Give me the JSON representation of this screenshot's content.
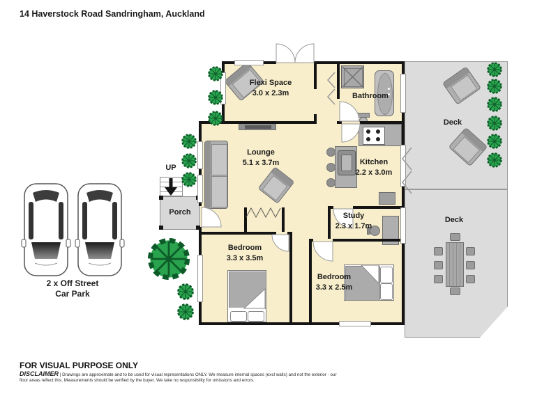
{
  "title": "14 Haverstock Road Sandringham, Auckland",
  "colors": {
    "room_fill": "#F8EECB",
    "deck_fill": "#DCDCDC",
    "wall": "#141414",
    "tree_green": "#2AA34E",
    "tree_outline": "#0D5B28"
  },
  "rooms": {
    "flexi": {
      "name": "Flexi Space",
      "dims": "3.0 x 2.3m"
    },
    "bathroom": {
      "name": "Bathroom"
    },
    "lounge": {
      "name": "Lounge",
      "dims": "5.1 x 3.7m"
    },
    "kitchen": {
      "name": "Kitchen",
      "dims": "2.2 x 3.0m"
    },
    "study": {
      "name": "Study",
      "dims": "2.3 x 1.7m"
    },
    "bedroom1": {
      "name": "Bedroom",
      "dims": "3.3 x 3.5m"
    },
    "bedroom2": {
      "name": "Bedroom",
      "dims": "3.3 x 2.5m"
    },
    "porch": {
      "name": "Porch"
    },
    "deck_upper": {
      "name": "Deck"
    },
    "deck_lower": {
      "name": "Deck"
    }
  },
  "stairs": {
    "label": "UP"
  },
  "carpark": {
    "line1": "2 x Off Street",
    "line2": "Car Park"
  },
  "footer": {
    "heading": "FOR VISUAL PURPOSE ONLY",
    "disclaimer_label": "DISCLAIMER",
    "disclaimer_text": "| Drawings are approximate and to be used for visual representations ONLY. We measure internal spaces (excl walls) and not the exterior - our floor areas reflect this. Measurements should be verified by the buyer. We take no responsibility for omissions and errors."
  }
}
